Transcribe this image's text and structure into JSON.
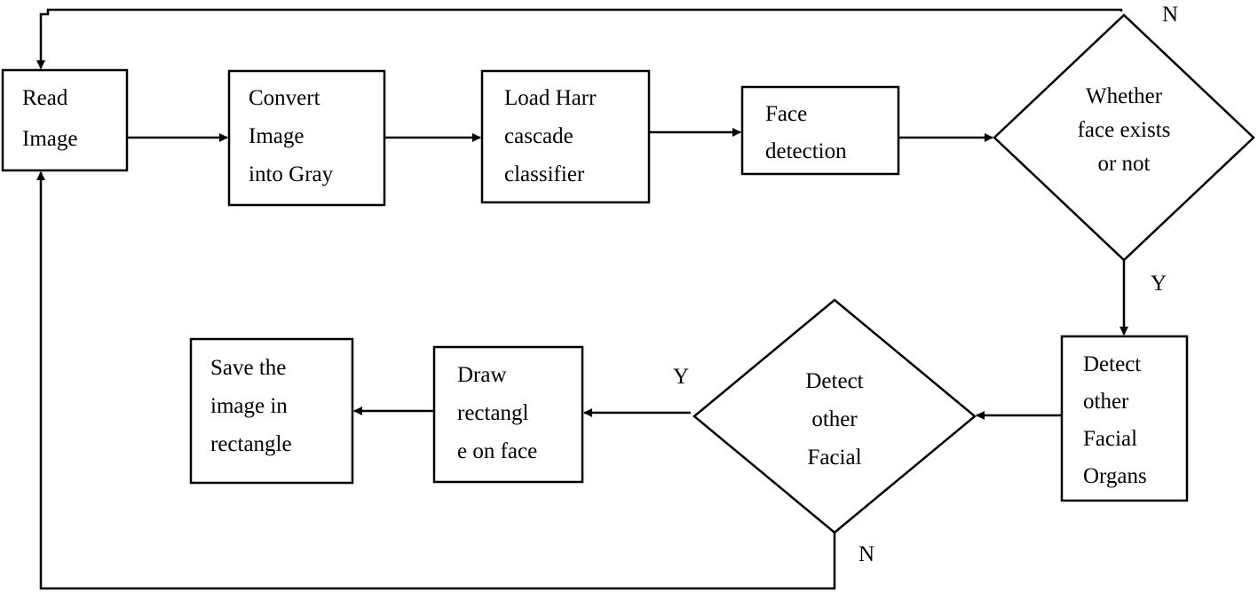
{
  "diagram": {
    "nodes": {
      "read_image": {
        "shape": "rect",
        "lines": [
          "Read",
          "Image"
        ]
      },
      "convert_gray": {
        "shape": "rect",
        "lines": [
          "Convert",
          "Image",
          "into Gray"
        ]
      },
      "load_cascade": {
        "shape": "rect",
        "lines": [
          "Load Harr",
          "cascade",
          "classifier"
        ]
      },
      "face_detection": {
        "shape": "rect",
        "lines": [
          "Face",
          "detection"
        ]
      },
      "face_exists": {
        "shape": "diamond",
        "lines": [
          "Whether",
          "face exists",
          "or not"
        ]
      },
      "detect_organs": {
        "shape": "rect",
        "lines": [
          "Detect",
          "other",
          "Facial",
          "Organs"
        ]
      },
      "detect_facial": {
        "shape": "diamond",
        "lines": [
          "Detect",
          "other",
          "Facial"
        ]
      },
      "draw_rect": {
        "shape": "rect",
        "lines": [
          "Draw",
          "rectangl",
          "e on face"
        ]
      },
      "save_image": {
        "shape": "rect",
        "lines": [
          "Save the",
          "image in",
          "rectangle"
        ]
      }
    },
    "edges": [
      {
        "from": "read_image",
        "to": "convert_gray",
        "label": ""
      },
      {
        "from": "convert_gray",
        "to": "load_cascade",
        "label": ""
      },
      {
        "from": "load_cascade",
        "to": "face_detection",
        "label": ""
      },
      {
        "from": "face_detection",
        "to": "face_exists",
        "label": ""
      },
      {
        "from": "face_exists",
        "to": "read_image",
        "label": "N"
      },
      {
        "from": "face_exists",
        "to": "detect_organs",
        "label": "Y"
      },
      {
        "from": "detect_organs",
        "to": "detect_facial",
        "label": ""
      },
      {
        "from": "detect_facial",
        "to": "draw_rect",
        "label": "Y"
      },
      {
        "from": "draw_rect",
        "to": "save_image",
        "label": ""
      },
      {
        "from": "detect_facial",
        "to": "read_image",
        "label": "N"
      }
    ]
  }
}
